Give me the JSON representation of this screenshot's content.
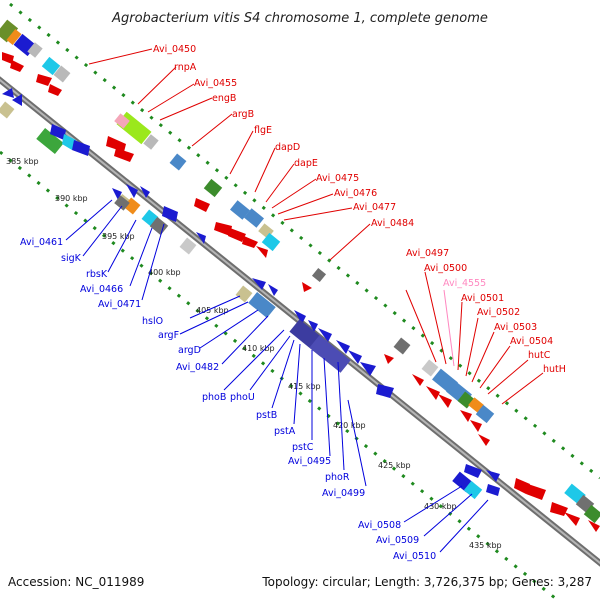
{
  "header": {
    "title": "Agrobacterium vitis S4 chromosome 1, complete genome"
  },
  "footer": {
    "accession": "Accession: NC_011989",
    "topology": "Topology: circular; Length: 3,726,375 bp; Genes: 3,287"
  },
  "colors": {
    "forward": "#ee0000",
    "reverse": "#0000dd",
    "pseudo": "#ff88c0",
    "backbone": "#8c8c8c",
    "ticks": "#1f8a1f"
  },
  "ticks": [
    "385 kbp",
    "390 kbp",
    "395 kbp",
    "400 kbp",
    "405 kbp",
    "410 kbp",
    "415 kbp",
    "420 kbp",
    "425 kbp",
    "430 kbp",
    "435 kbp"
  ],
  "forward_genes": [
    "Avi_0450",
    "rnpA",
    "Avi_0455",
    "engB",
    "argB",
    "flgE",
    "dapD",
    "dapE",
    "Avi_0475",
    "Avi_0476",
    "Avi_0477",
    "Avi_0484",
    "Avi_0497",
    "Avi_0500",
    "Avi_4555",
    "Avi_0501",
    "Avi_0502",
    "Avi_0503",
    "Avi_0504",
    "hutC",
    "hutH"
  ],
  "reverse_genes": [
    "Avi_0461",
    "sigK",
    "rbsK",
    "Avi_0466",
    "Avi_0471",
    "hslO",
    "argF",
    "argD",
    "Avi_0482",
    "phoB",
    "phoU",
    "pstB",
    "pstA",
    "pstC",
    "Avi_0495",
    "phoR",
    "Avi_0499",
    "Avi_0508",
    "Avi_0509",
    "Avi_0510"
  ]
}
